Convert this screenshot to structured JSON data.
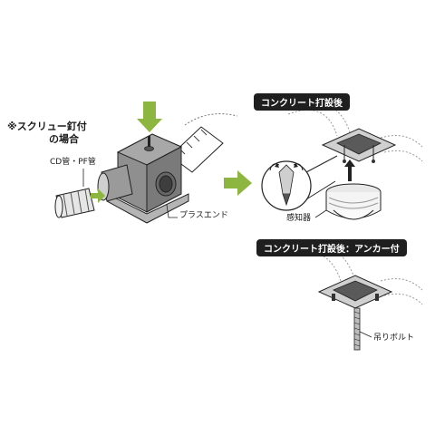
{
  "notes": {
    "screw_nail_line1": "※スクリュー釘付",
    "screw_nail_line2": "の場合"
  },
  "labels": {
    "cd_pf_pipe": "CD管・PF管",
    "plus_end": "プラスエンド",
    "sensor_head": "感知器",
    "hanging_bolt": "吊りボルト"
  },
  "banners": {
    "after_concrete": "コンクリート打設後",
    "after_concrete_anchor": "コンクリート打設後：アンカー付"
  },
  "colors": {
    "arrow_green": "#8cb640",
    "box_grey": "#8f8f8f",
    "line": "#222222"
  }
}
